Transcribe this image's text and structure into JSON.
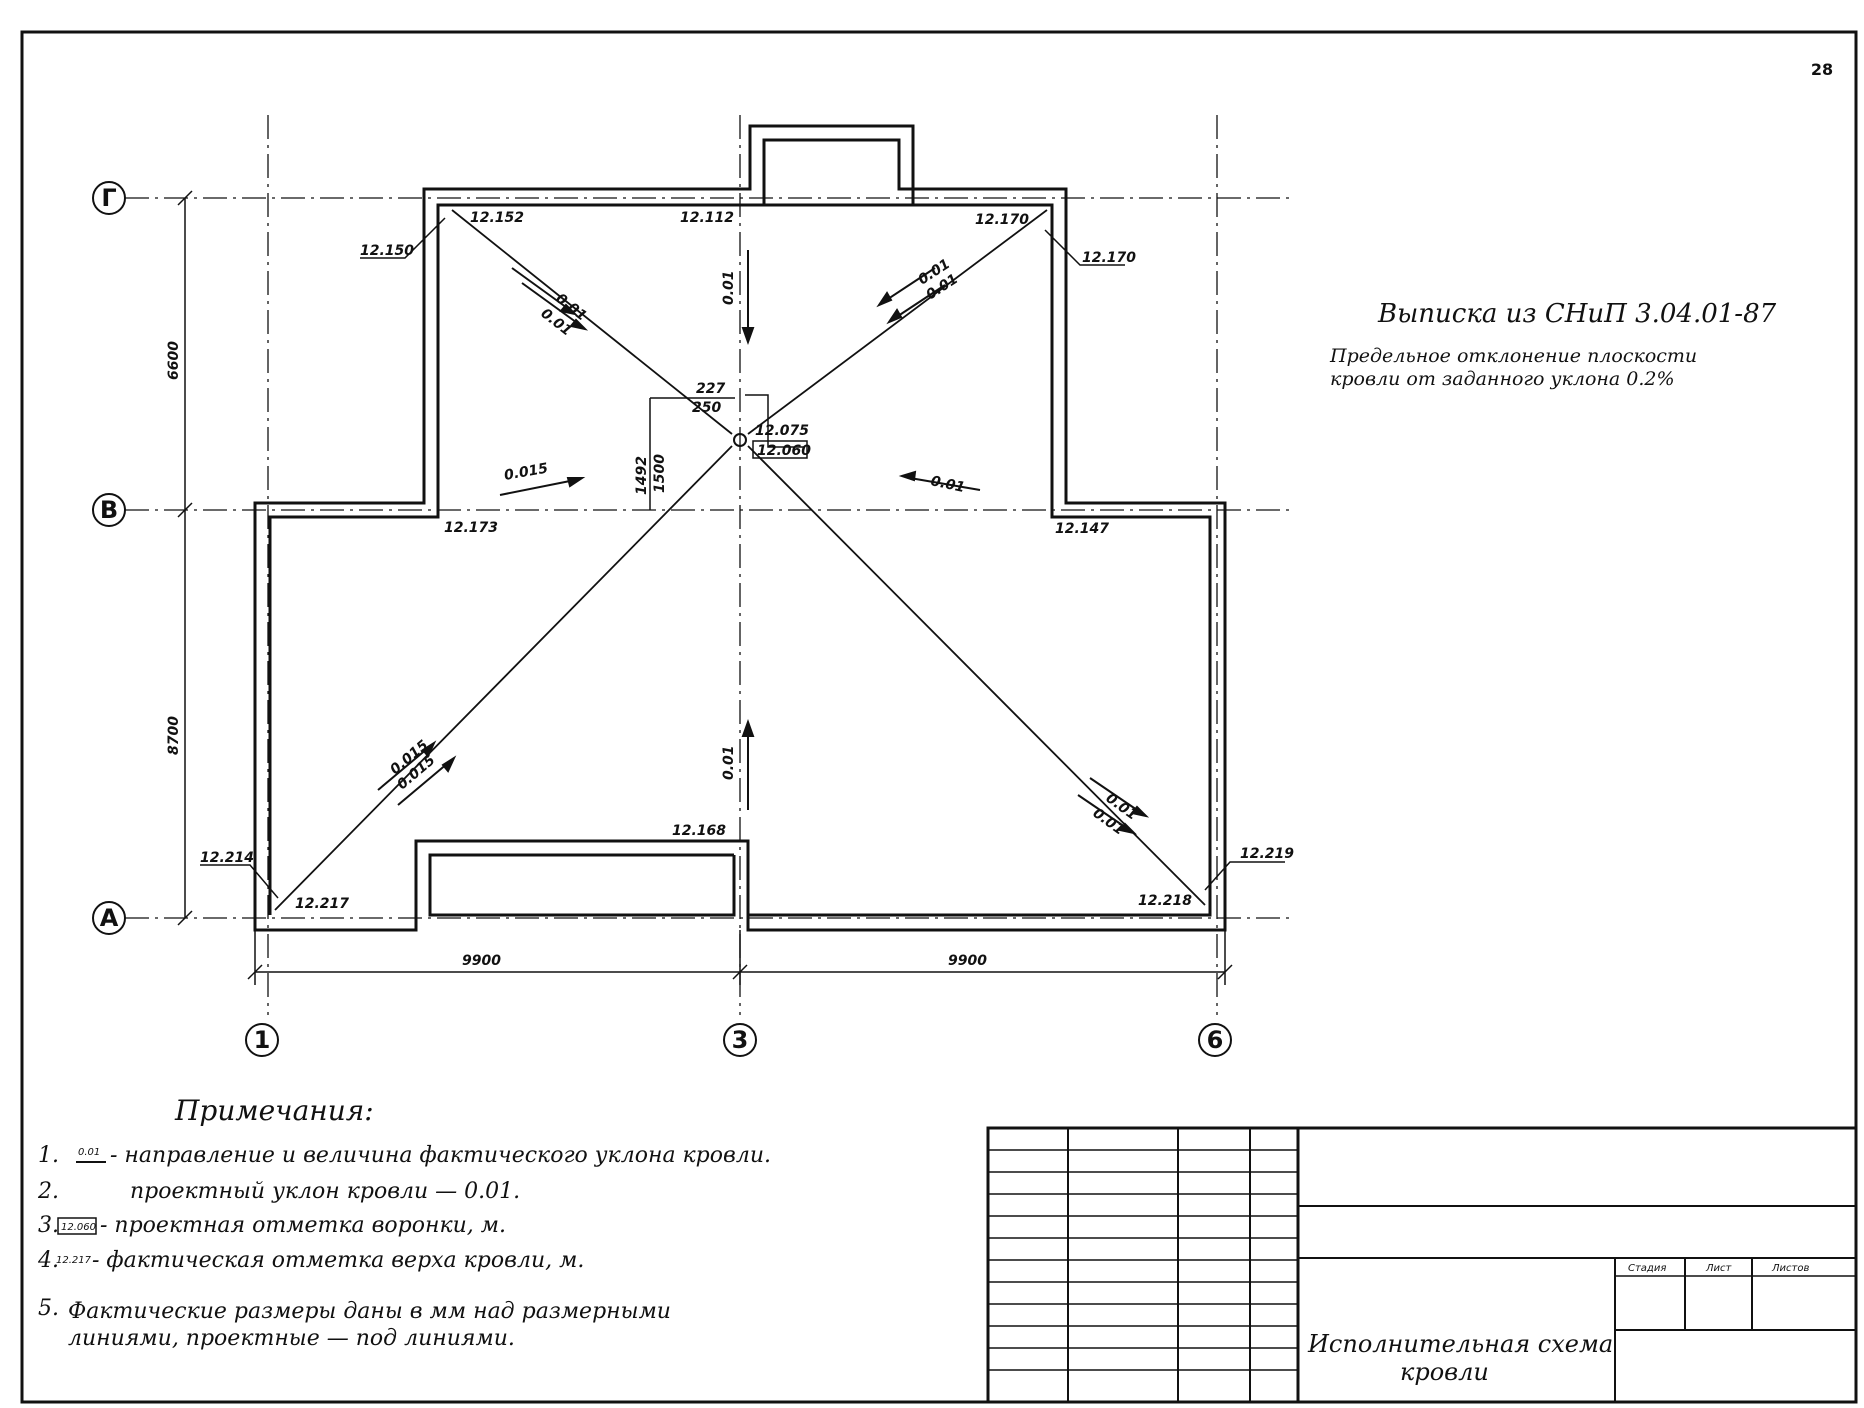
{
  "page_number": "28",
  "axes": {
    "rows": [
      "Г",
      "В",
      "А"
    ],
    "cols": [
      "1",
      "3",
      "6"
    ]
  },
  "dimensions": {
    "upper": "6600",
    "lower": "8700",
    "left_span": "9900",
    "right_span": "9900",
    "funnel_h_actual": "227",
    "funnel_h_design": "250",
    "funnel_v_actual": "1492",
    "funnel_v_design": "1500"
  },
  "elevations": {
    "top_left_inner": "12.152",
    "top_left_outer": "12.150",
    "top_mid": "12.112",
    "top_right_inner": "12.170",
    "top_right_outer": "12.170",
    "mid_left": "12.173",
    "mid_right": "12.147",
    "funnel_actual": "12.075",
    "funnel_design": "12.060",
    "bottom_mid": "12.168",
    "bottom_left_inner": "12.217",
    "bottom_left_outer": "12.214",
    "bottom_right_inner": "12.218",
    "bottom_right_outer": "12.219"
  },
  "slopes": {
    "nw_actual": "0.01",
    "nw_design": "0.01",
    "n_center": "0.01",
    "ne_actual": "0.01",
    "ne_design": "0.01",
    "w_mid": "0.015",
    "e_mid": "0.01",
    "s_center": "0.01",
    "sw_actual": "0.015",
    "sw_design": "0.015",
    "se_actual": "0.01",
    "se_design": "0.01"
  },
  "extract": {
    "title": "Выписка из СНиП 3.04.01-87",
    "line1": "Предельное отклонение плоскости",
    "line2": "кровли от заданного уклона   0.2%"
  },
  "notes": {
    "heading": "Примечания:",
    "items": [
      {
        "num": "1.",
        "sample": "0.01",
        "text": "- направление и величина фактического уклона кровли."
      },
      {
        "num": "2.",
        "sample": "",
        "text": "проектный уклон кровли — 0.01."
      },
      {
        "num": "3.",
        "sample": "12.060",
        "text": "- проектная отметка воронки, м."
      },
      {
        "num": "4.",
        "sample": "12.217",
        "text": "- фактическая отметка верха кровли, м."
      },
      {
        "num": "5.",
        "sample": "",
        "text": "Фактические размеры даны в мм над размерными"
      },
      {
        "num": "",
        "sample": "",
        "text": "линиями, проектные — под линиями."
      }
    ]
  },
  "title_block": {
    "title_line1": "Исполнительная схема",
    "title_line2": "кровли",
    "col_stage": "Стадия",
    "col_sheet": "Лист",
    "col_sheets": "Листов"
  }
}
